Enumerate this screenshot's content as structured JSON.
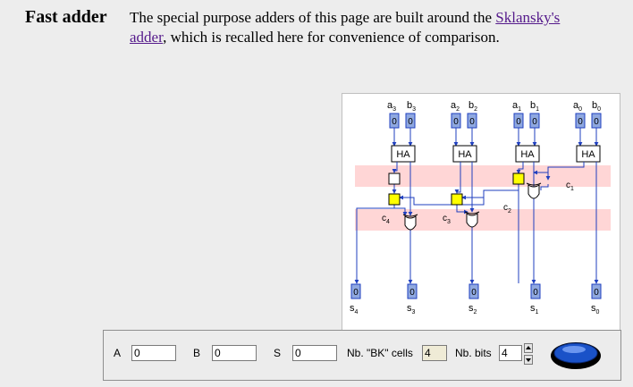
{
  "heading": "Fast adder",
  "intro": {
    "before": "The special purpose adders of this page are built around the",
    "link": "Sklansky's adder",
    "after": ", which is recalled here for convenience of comparison."
  },
  "diagram": {
    "inputs": [
      {
        "a": "a3",
        "b": "b3",
        "a_base": "a",
        "a_sub": "3",
        "b_base": "b",
        "b_sub": "3",
        "a_val": "0",
        "b_val": "0"
      },
      {
        "a": "a2",
        "b": "b2",
        "a_base": "a",
        "a_sub": "2",
        "b_base": "b",
        "b_sub": "2",
        "a_val": "0",
        "b_val": "0"
      },
      {
        "a": "a1",
        "b": "b1",
        "a_base": "a",
        "a_sub": "1",
        "b_base": "b",
        "b_sub": "1",
        "a_val": "0",
        "b_val": "0"
      },
      {
        "a": "a0",
        "b": "b0",
        "a_base": "a",
        "a_sub": "0",
        "b_base": "b",
        "b_sub": "0",
        "a_val": "0",
        "b_val": "0"
      }
    ],
    "half_adder_label": "HA",
    "carries": [
      {
        "base": "c",
        "sub": "4"
      },
      {
        "base": "c",
        "sub": "3"
      },
      {
        "base": "c",
        "sub": "2"
      },
      {
        "base": "c",
        "sub": "1"
      }
    ],
    "outputs": [
      {
        "base": "s",
        "sub": "4",
        "val": "0"
      },
      {
        "base": "s",
        "sub": "3",
        "val": "0"
      },
      {
        "base": "s",
        "sub": "2",
        "val": "0"
      },
      {
        "base": "s",
        "sub": "1",
        "val": "0"
      },
      {
        "base": "s",
        "sub": "0",
        "val": "0"
      }
    ]
  },
  "controls": {
    "a_label": "A",
    "a_value": "0",
    "b_label": "B",
    "b_value": "0",
    "s_label": "S",
    "s_value": "0",
    "bk_label": "Nb. \"BK\" cells",
    "bk_value": "4",
    "bits_label": "Nb. bits",
    "bits_value": "4"
  },
  "colors": {
    "link": "#551a8b",
    "wire": "#1f3fbf",
    "bit_box": "#8fa8e0",
    "band": "#ffd6d6",
    "prefix_cell": "#ffff00",
    "button": "#1a52c8"
  }
}
